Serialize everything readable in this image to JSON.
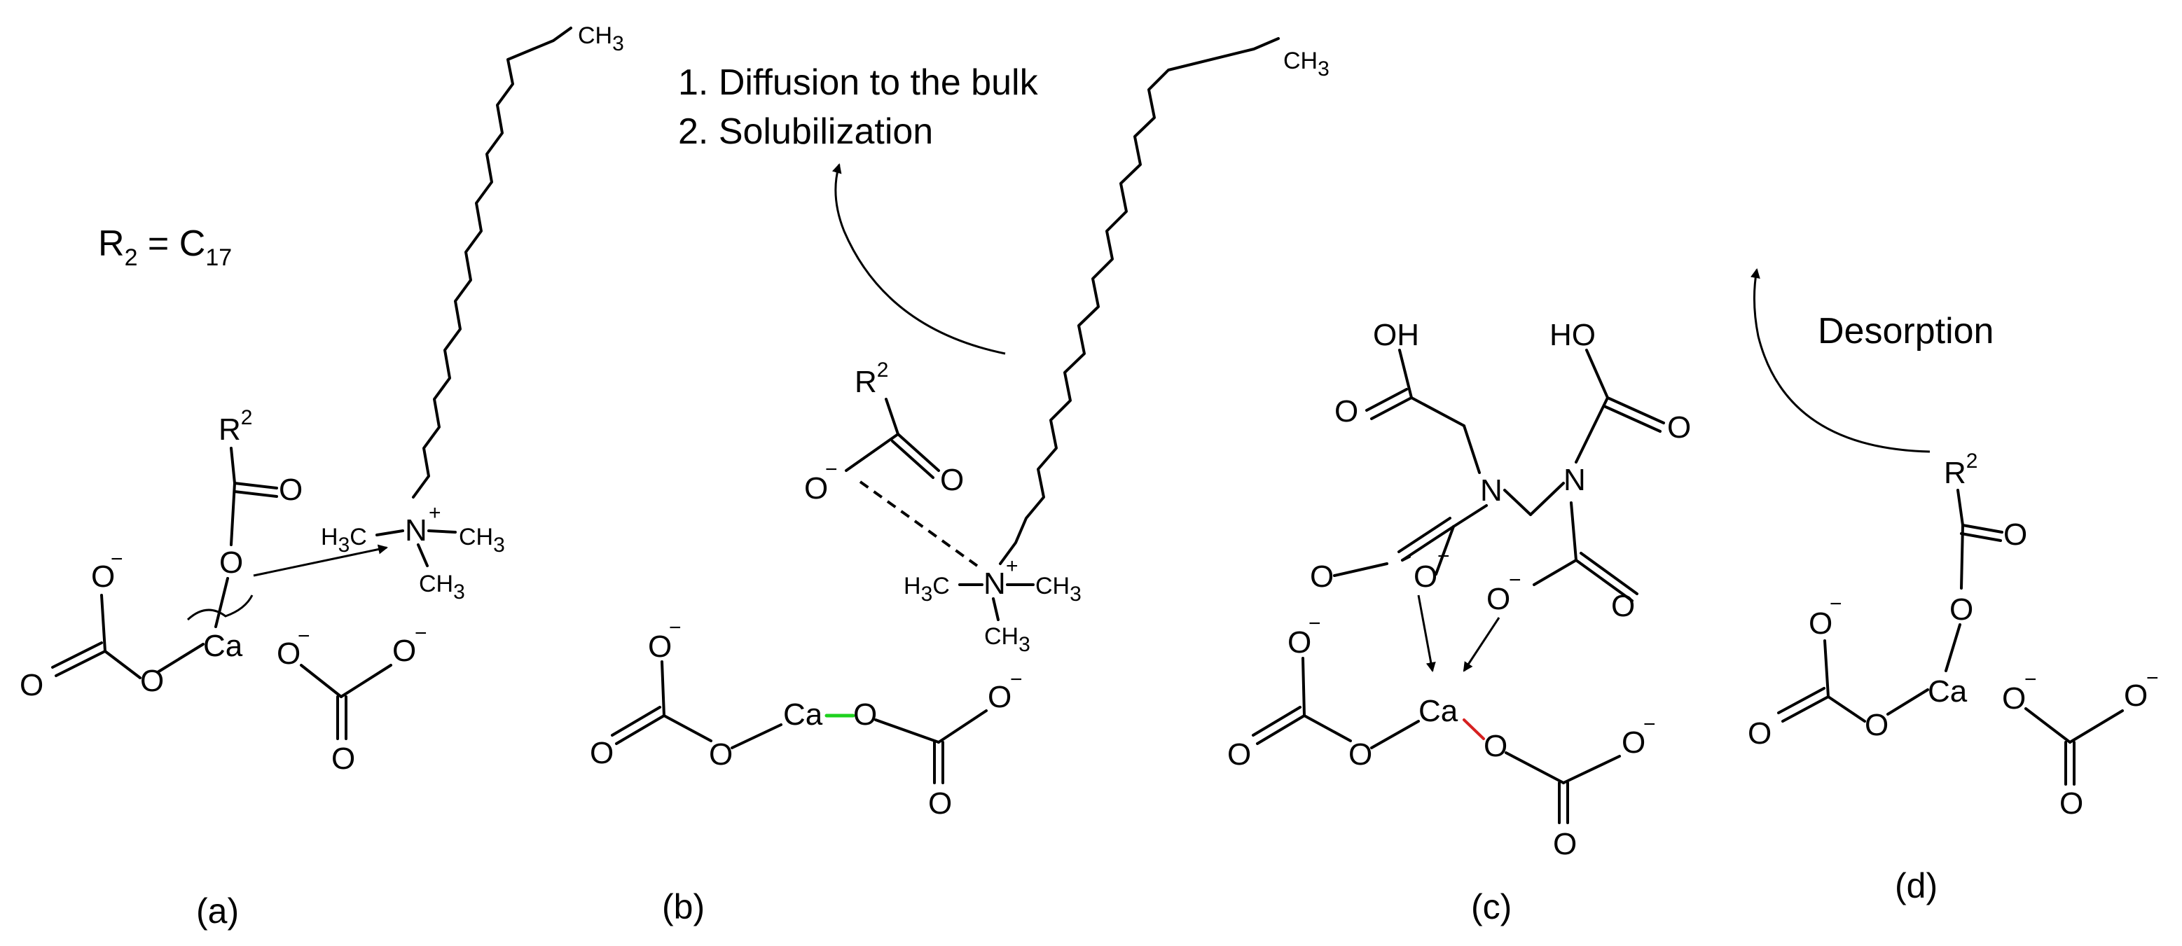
{
  "definition": {
    "r_label": "R",
    "r_sub": "2",
    "equals": " = C",
    "c_sub": "17"
  },
  "steps": {
    "step1": "1. Diffusion to the bulk",
    "step2": "2. Solubilization"
  },
  "desorption": "Desorption",
  "panels": {
    "a": "(a)",
    "b": "(b)",
    "c": "(c)",
    "d": "(d)"
  },
  "atoms": {
    "ch3": "CH",
    "three": "3",
    "h3c": "H",
    "c": "C",
    "n": "N",
    "plus": "+",
    "minus": "−",
    "ca": "Ca",
    "o": "O",
    "r": "R",
    "r_sup": "2",
    "oh": "OH",
    "ho": "HO"
  },
  "colors": {
    "bond": "#000000",
    "highlight_green": "#1fd11f",
    "highlight_red": "#d62020"
  }
}
